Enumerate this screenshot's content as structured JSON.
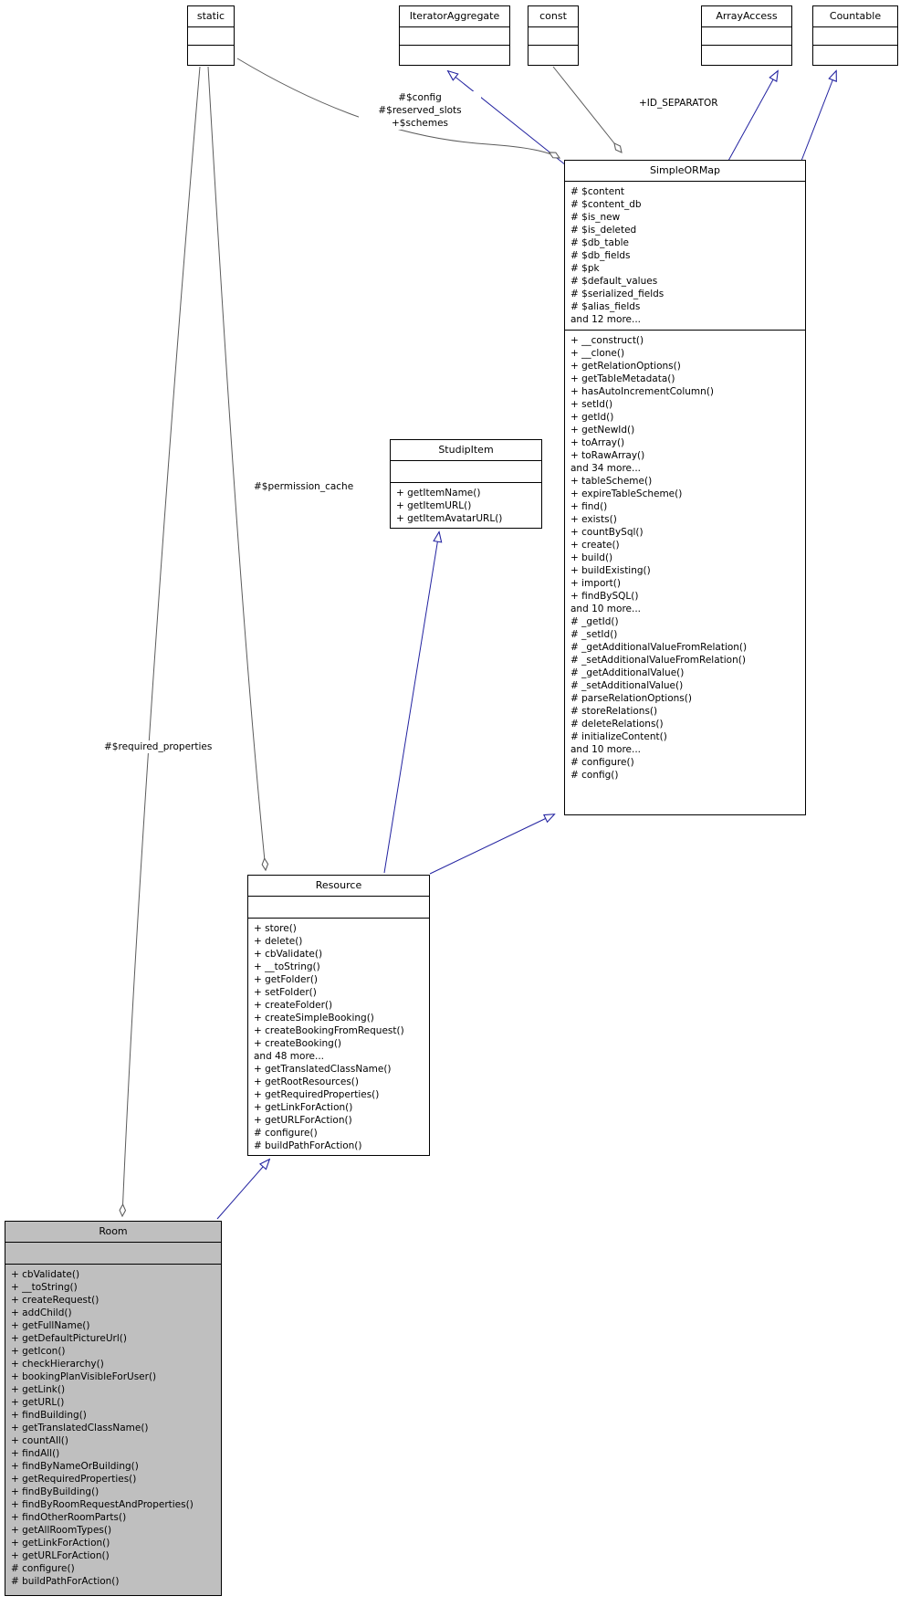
{
  "classes": {
    "static": {
      "title": "static",
      "attributes": [],
      "methods": []
    },
    "iterator_aggregate": {
      "title": "IteratorAggregate",
      "attributes": [],
      "methods": []
    },
    "const": {
      "title": "const",
      "attributes": [],
      "methods": []
    },
    "array_access": {
      "title": "ArrayAccess",
      "attributes": [],
      "methods": []
    },
    "countable": {
      "title": "Countable",
      "attributes": [],
      "methods": []
    },
    "simple_or_map": {
      "title": "SimpleORMap",
      "attributes": [
        "# $content",
        "# $content_db",
        "# $is_new",
        "# $is_deleted",
        "# $db_table",
        "# $db_fields",
        "# $pk",
        "# $default_values",
        "# $serialized_fields",
        "# $alias_fields",
        "and 12 more..."
      ],
      "methods": [
        "+ __construct()",
        "+ __clone()",
        "+ getRelationOptions()",
        "+ getTableMetadata()",
        "+ hasAutoIncrementColumn()",
        "+ setId()",
        "+ getId()",
        "+ getNewId()",
        "+ toArray()",
        "+ toRawArray()",
        "and 34 more...",
        "+ tableScheme()",
        "+ expireTableScheme()",
        "+ find()",
        "+ exists()",
        "+ countBySql()",
        "+ create()",
        "+ build()",
        "+ buildExisting()",
        "+ import()",
        "+ findBySQL()",
        "and 10 more...",
        "# _getId()",
        "# _setId()",
        "# _getAdditionalValueFromRelation()",
        "# _setAdditionalValueFromRelation()",
        "# _getAdditionalValue()",
        "# _setAdditionalValue()",
        "# parseRelationOptions()",
        "# storeRelations()",
        "# deleteRelations()",
        "# initializeContent()",
        "and 10 more...",
        "# configure()",
        "# config()"
      ]
    },
    "studip_item": {
      "title": "StudipItem",
      "attributes": [],
      "methods": [
        "+ getItemName()",
        "+ getItemURL()",
        "+ getItemAvatarURL()"
      ]
    },
    "resource": {
      "title": "Resource",
      "attributes": [],
      "methods": [
        "+ store()",
        "+ delete()",
        "+ cbValidate()",
        "+ __toString()",
        "+ getFolder()",
        "+ setFolder()",
        "+ createFolder()",
        "+ createSimpleBooking()",
        "+ createBookingFromRequest()",
        "+ createBooking()",
        "and 48 more...",
        "+ getTranslatedClassName()",
        "+ getRootResources()",
        "+ getRequiredProperties()",
        "+ getLinkForAction()",
        "+ getURLForAction()",
        "# configure()",
        "# buildPathForAction()"
      ]
    },
    "room": {
      "title": "Room",
      "highlighted": true,
      "attributes": [],
      "methods": [
        "+ cbValidate()",
        "+ __toString()",
        "+ createRequest()",
        "+ addChild()",
        "+ getFullName()",
        "+ getDefaultPictureUrl()",
        "+ getIcon()",
        "+ checkHierarchy()",
        "+ bookingPlanVisibleForUser()",
        "+ getLink()",
        "+ getURL()",
        "+ findBuilding()",
        "+ getTranslatedClassName()",
        "+ countAll()",
        "+ findAll()",
        "+ findByNameOrBuilding()",
        "+ getRequiredProperties()",
        "+ findByBuilding()",
        "+ findByRoomRequestAndProperties()",
        "+ findOtherRoomParts()",
        "+ getAllRoomTypes()",
        "+ getLinkForAction()",
        "+ getURLForAction()",
        "# configure()",
        "# buildPathForAction()"
      ]
    }
  },
  "edge_labels": {
    "config": {
      "lines": [
        "#$config",
        "#$reserved_slots",
        "+$schemes"
      ]
    },
    "id_separator": {
      "lines": [
        "+ID_SEPARATOR"
      ]
    },
    "permission_cache": {
      "lines": [
        "#$permission_cache"
      ]
    },
    "required_properties": {
      "lines": [
        "#$required_properties"
      ]
    }
  },
  "relationships": [
    {
      "from": "SimpleORMap",
      "to": "IteratorAggregate",
      "type": "inheritance"
    },
    {
      "from": "SimpleORMap",
      "to": "ArrayAccess",
      "type": "inheritance"
    },
    {
      "from": "SimpleORMap",
      "to": "Countable",
      "type": "inheritance"
    },
    {
      "from": "const",
      "to": "SimpleORMap",
      "type": "aggregation",
      "label": "+ID_SEPARATOR"
    },
    {
      "from": "static",
      "to": "SimpleORMap",
      "type": "aggregation",
      "label": "#$config #$reserved_slots +$schemes"
    },
    {
      "from": "static",
      "to": "Resource",
      "type": "aggregation",
      "label": "#$permission_cache"
    },
    {
      "from": "static",
      "to": "Room",
      "type": "aggregation",
      "label": "#$required_properties"
    },
    {
      "from": "Resource",
      "to": "StudipItem",
      "type": "inheritance"
    },
    {
      "from": "Resource",
      "to": "SimpleORMap",
      "type": "inheritance"
    },
    {
      "from": "Room",
      "to": "Resource",
      "type": "inheritance"
    }
  ],
  "colors": {
    "inheritance_edge": "#2222a0",
    "member_edge": "#5b5b5b",
    "highlighted_class_fill": "#bfbfbf",
    "class_fill": "#ffffff",
    "border": "#000000"
  }
}
